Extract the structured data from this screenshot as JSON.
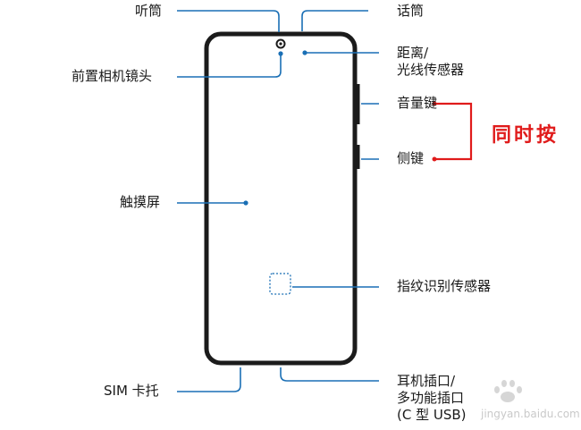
{
  "labels": {
    "earpiece": "听筒",
    "microphone": "话筒",
    "front_camera": "前置相机镜头",
    "proximity_sensor": [
      "距离/",
      "光线传感器"
    ],
    "volume_key": "音量键",
    "side_key": "侧键",
    "touchscreen": "触摸屏",
    "fingerprint_sensor": "指纹识别传感器",
    "sim_tray": "SIM 卡托",
    "earphone_jack": [
      "耳机插口/",
      "多功能插口",
      "(C 型 USB)"
    ]
  },
  "annotation": {
    "text": "同时按"
  },
  "watermark": {
    "text": "jingyan.baidu.com"
  },
  "colors": {
    "callout_line": "#1a6fb5",
    "device_outline": "#1b1b1b",
    "annotation": "#e01b1b"
  }
}
